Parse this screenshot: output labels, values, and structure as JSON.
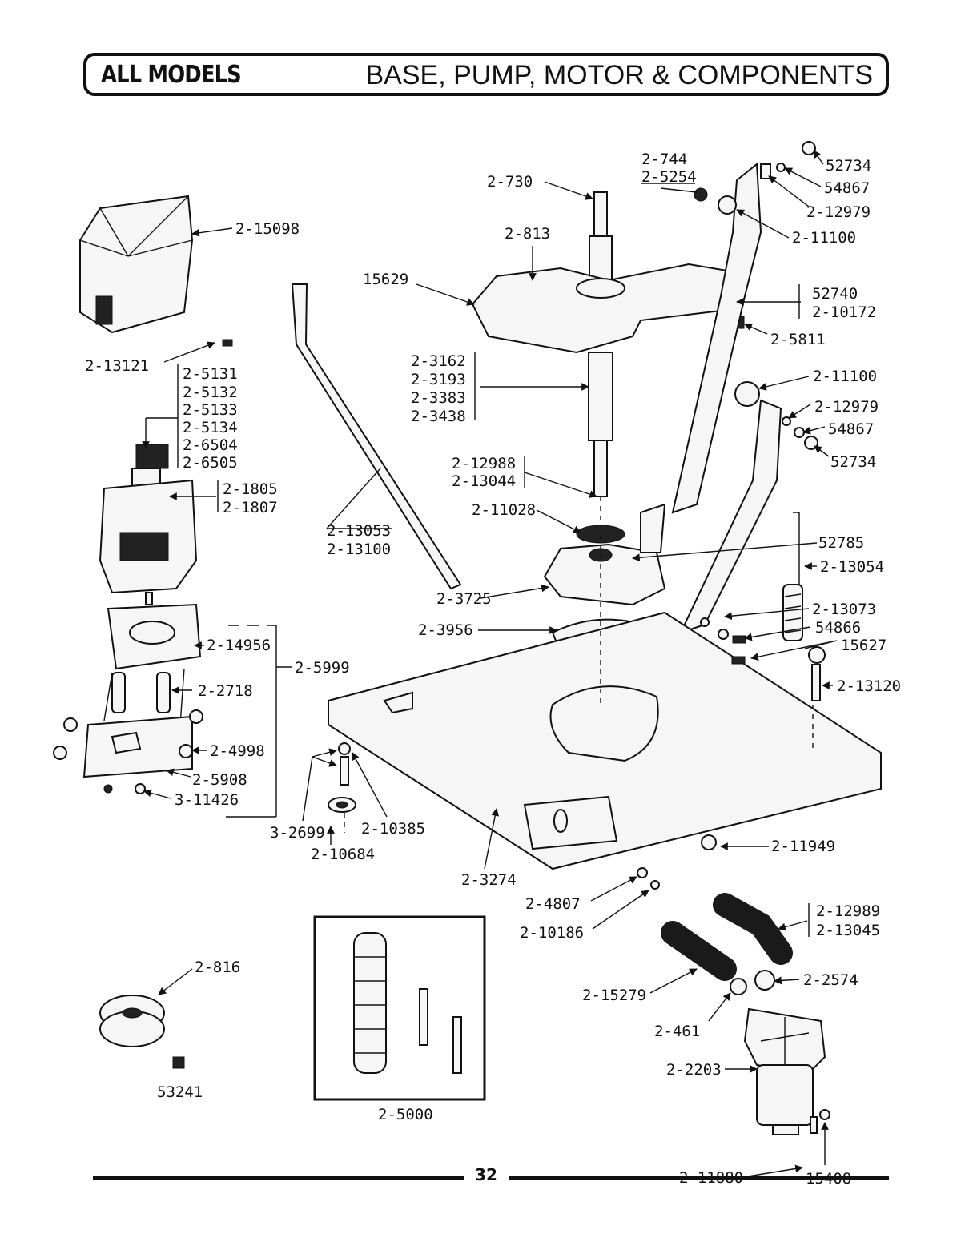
{
  "header": {
    "left": "ALL MODELS",
    "right": "BASE, PUMP, MOTOR & COMPONENTS"
  },
  "footer": {
    "page_number": "32"
  },
  "labels": {
    "l_2_730": "2-730",
    "l_2_813": "2-813",
    "l_15629": "15629",
    "l_2_744": "2-744",
    "l_2_5254": "2-5254",
    "l_52734_a": "52734",
    "l_54867_a": "54867",
    "l_2_12979_a": "2-12979",
    "l_2_11100_a": "2-11100",
    "l_52740": "52740",
    "l_2_10172": "2-10172",
    "l_2_5811": "2-5811",
    "l_2_15098": "2-15098",
    "l_2_13121": "2-13121",
    "l_2_3162": "2-3162",
    "l_2_3193": "2-3193",
    "l_2_3383": "2-3383",
    "l_2_3438": "2-3438",
    "l_2_11100_b": "2-11100",
    "l_2_12979_b": "2-12979",
    "l_54867_b": "54867",
    "l_52734_b": "52734",
    "l_2_5131": "2-5131",
    "l_2_5132": "2-5132",
    "l_2_5133": "2-5133",
    "l_2_5134": "2-5134",
    "l_2_6504": "2-6504",
    "l_2_6505": "2-6505",
    "l_2_1805": "2-1805",
    "l_2_1807": "2-1807",
    "l_2_12988": "2-12988",
    "l_2_13044": "2-13044",
    "l_2_11028": "2-11028",
    "l_2_13053": "2-13053",
    "l_2_13100": "2-13100",
    "l_52785": "52785",
    "l_2_13054": "2-13054",
    "l_2_3725": "2-3725",
    "l_2_13073": "2-13073",
    "l_54866": "54866",
    "l_2_3956": "2-3956",
    "l_15627": "15627",
    "l_2_14956": "2-14956",
    "l_2_5999": "2-5999",
    "l_2_2718": "2-2718",
    "l_2_13120": "2-13120",
    "l_2_4998": "2-4998",
    "l_2_5908": "2-5908",
    "l_3_11426": "3-11426",
    "l_3_2699": "3-2699",
    "l_2_10385": "2-10385",
    "l_2_10684": "2-10684",
    "l_2_11949": "2-11949",
    "l_2_3274": "2-3274",
    "l_2_4807": "2-4807",
    "l_2_10186": "2-10186",
    "l_2_12989": "2-12989",
    "l_2_13045": "2-13045",
    "l_2_816": "2-816",
    "l_2_15279": "2-15279",
    "l_2_2574": "2-2574",
    "l_2_461": "2-461",
    "l_53241": "53241",
    "l_2_2203": "2-2203",
    "l_2_5000": "2-5000",
    "l_2_11880": "2-11880",
    "l_15408": "15408"
  }
}
